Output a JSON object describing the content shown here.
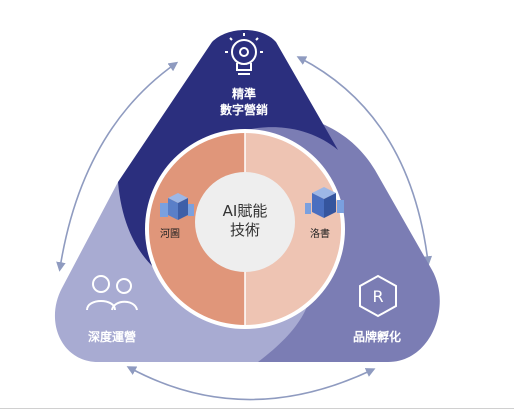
{
  "top_segment": {
    "line1": "精準",
    "line2": "數字營銷",
    "icon": "lightbulb-gear-icon",
    "color": "#2b2f7e"
  },
  "left_segment": {
    "label": "深度運營",
    "icon": "users-icon",
    "color": "#9fa3cc"
  },
  "right_segment": {
    "label": "品牌孵化",
    "icon": "r-hexagon-icon",
    "color": "#7b7db4"
  },
  "center": {
    "line1": "AI賦能",
    "line2": "技術"
  },
  "left_half": {
    "label": "河圖",
    "icon": "building-iso-icon",
    "color": "#e0967a"
  },
  "right_half": {
    "label": "洛書",
    "icon": "city-iso-icon",
    "color": "#eec4b3"
  },
  "cycle_arrows": {
    "count": 3,
    "color": "#8f9bc0"
  }
}
